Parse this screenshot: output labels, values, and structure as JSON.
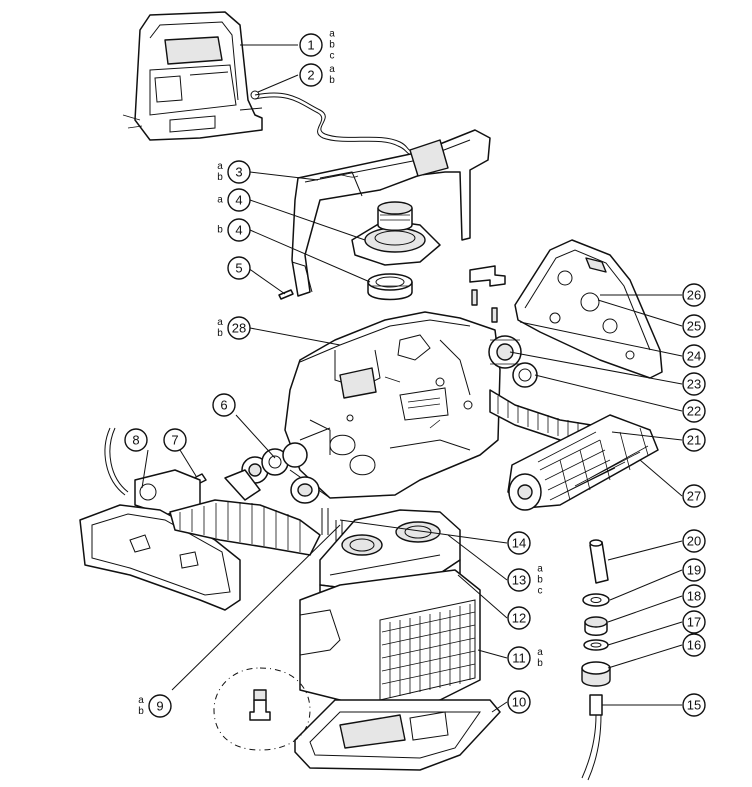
{
  "diagram": {
    "callouts": [
      {
        "num": "1",
        "subs": [
          "a",
          "b",
          "c"
        ],
        "side": "right"
      },
      {
        "num": "2",
        "subs": [
          "a",
          "b"
        ],
        "side": "right"
      },
      {
        "num": "3",
        "subs": [
          "a",
          "b"
        ],
        "side": "left"
      },
      {
        "num": "4",
        "subs": [
          "a"
        ],
        "side": "left"
      },
      {
        "num": "4",
        "subs": [
          "b"
        ],
        "side": "left"
      },
      {
        "num": "5",
        "subs": [],
        "side": "left"
      },
      {
        "num": "28",
        "subs": [
          "a",
          "b"
        ],
        "side": "left"
      },
      {
        "num": "26",
        "subs": [],
        "side": "right"
      },
      {
        "num": "25",
        "subs": [],
        "side": "right"
      },
      {
        "num": "24",
        "subs": [],
        "side": "right"
      },
      {
        "num": "23",
        "subs": [],
        "side": "right"
      },
      {
        "num": "22",
        "subs": [],
        "side": "right"
      },
      {
        "num": "21",
        "subs": [],
        "side": "right"
      },
      {
        "num": "27",
        "subs": [],
        "side": "right"
      },
      {
        "num": "6",
        "subs": [],
        "side": "left"
      },
      {
        "num": "7",
        "subs": [],
        "side": "left"
      },
      {
        "num": "8",
        "subs": [],
        "side": "left"
      },
      {
        "num": "14",
        "subs": [],
        "side": "right"
      },
      {
        "num": "13",
        "subs": [
          "a",
          "b",
          "c"
        ],
        "side": "right"
      },
      {
        "num": "12",
        "subs": [],
        "side": "right"
      },
      {
        "num": "11",
        "subs": [
          "a",
          "b"
        ],
        "side": "right"
      },
      {
        "num": "10",
        "subs": [],
        "side": "right"
      },
      {
        "num": "9",
        "subs": [
          "a",
          "b"
        ],
        "side": "left"
      },
      {
        "num": "20",
        "subs": [],
        "side": "right"
      },
      {
        "num": "19",
        "subs": [],
        "side": "right"
      },
      {
        "num": "18",
        "subs": [],
        "side": "right"
      },
      {
        "num": "17",
        "subs": [],
        "side": "right"
      },
      {
        "num": "16",
        "subs": [],
        "side": "right"
      },
      {
        "num": "15",
        "subs": [],
        "side": "right"
      }
    ]
  }
}
